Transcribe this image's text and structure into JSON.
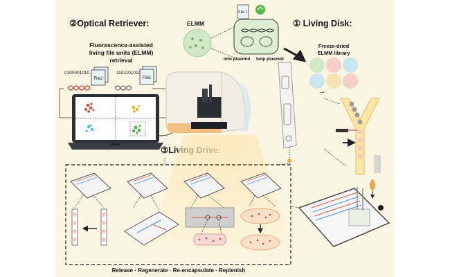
{
  "headings": {
    "optical_retriever": "②Optical Retriever:",
    "living_disk": "① Living Disk:",
    "living_drive": "③Living Drive:"
  },
  "optical": {
    "line1": "Fluorescence-assisted",
    "line2": "living file units (ELMM)",
    "line3": "retrieval"
  },
  "bits": {
    "left": "0100001010...",
    "right": "1101101010..."
  },
  "files": {
    "file2": "File2",
    "file1": "File1",
    "file1_top": "File 1"
  },
  "elmm": {
    "label": "ELMM",
    "info_plasmid": "info plasmid",
    "help_plasmid": "help plasmid"
  },
  "disk": {
    "line1": "Freeze-dried",
    "line2": "ELMM library",
    "ellipsis": "..."
  },
  "footer": {
    "caption": "Release · Regenerate · Re-encapsulate · Replenish"
  },
  "colors": {
    "background": "#fbf6e3",
    "fluor_red": "#e0433a",
    "fluor_yellow": "#e6b622",
    "fluor_cyan": "#3ec3cf",
    "fluor_green": "#52b947",
    "droplet_pink": "#f4c9c0",
    "orange_accent": "#f0a447"
  },
  "icons": [
    "laptop-icon",
    "dna-icon",
    "file-icon",
    "microscope-icon",
    "cell-icon",
    "disk-icon",
    "chip-icon",
    "arrow-icon"
  ]
}
